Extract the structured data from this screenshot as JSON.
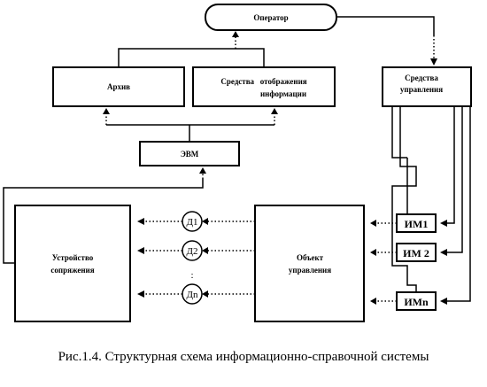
{
  "nodes": {
    "operator": "Оператор",
    "archive": "Архив",
    "display_means": [
      "Средства   отображения",
      "информации"
    ],
    "control_means": [
      "Средства",
      "управления"
    ],
    "computer": "ЭВМ",
    "coupling_device": [
      "Устройство",
      "сопряжения"
    ],
    "control_object": [
      "Объект",
      "управления"
    ],
    "sensors": [
      "Д1",
      "Д2",
      "Дn"
    ],
    "actuators": [
      "ИМ1",
      "ИМ 2",
      "ИМn"
    ],
    "ellipsis": ":"
  },
  "caption": "Рис.1.4. Структурная схема информационно-справочной системы"
}
